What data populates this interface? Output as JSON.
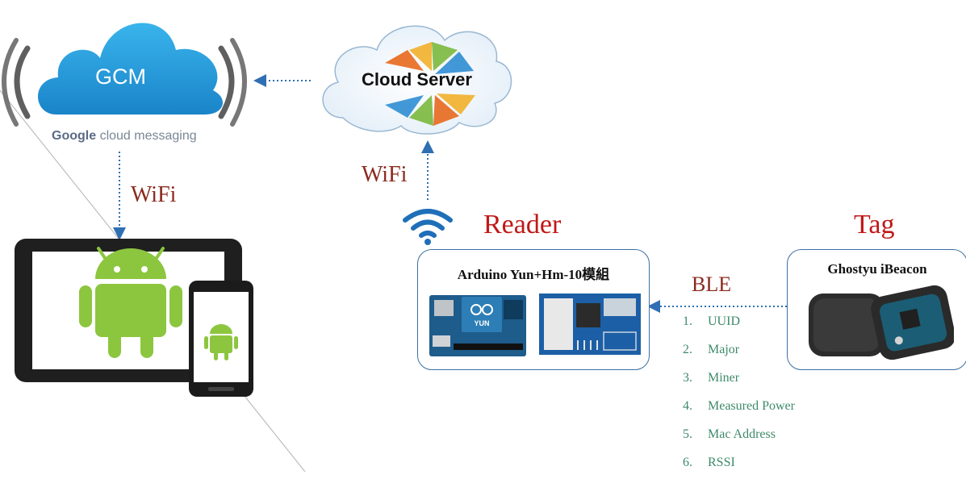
{
  "gcm": {
    "label": "GCM",
    "brand": "Google",
    "subtitle": "cloud messaging"
  },
  "cloud_server": {
    "label": "Cloud Server"
  },
  "links": {
    "gcm_to_device": "WiFi",
    "reader_to_cloud": "WiFi",
    "tag_to_reader": "BLE"
  },
  "reader": {
    "heading": "Reader",
    "box_title": "Arduino Yun+Hm-10模組",
    "board_text": "YUN"
  },
  "tag": {
    "heading": "Tag",
    "box_title": "Ghostyu iBeacon"
  },
  "ble_fields": [
    {
      "num": "1.",
      "label": "UUID"
    },
    {
      "num": "2.",
      "label": "Major"
    },
    {
      "num": "3.",
      "label": "Miner"
    },
    {
      "num": "4.",
      "label": "Measured Power"
    },
    {
      "num": "5.",
      "label": "Mac Address"
    },
    {
      "num": "6.",
      "label": "RSSI"
    }
  ],
  "colors": {
    "connector": "#2f6fb3",
    "heading_red": "#c01818",
    "label_brown": "#8b2a1f",
    "field_green": "#3e8a6a",
    "box_border": "#3d6fa3"
  },
  "icons": [
    "gcm-cloud-icon",
    "signal-waves-icon",
    "cloud-server-icon",
    "wifi-icon",
    "tablet-icon",
    "smartphone-icon",
    "android-robot-icon",
    "arduino-yun-board",
    "hm10-ble-module",
    "ibeacon-device"
  ]
}
